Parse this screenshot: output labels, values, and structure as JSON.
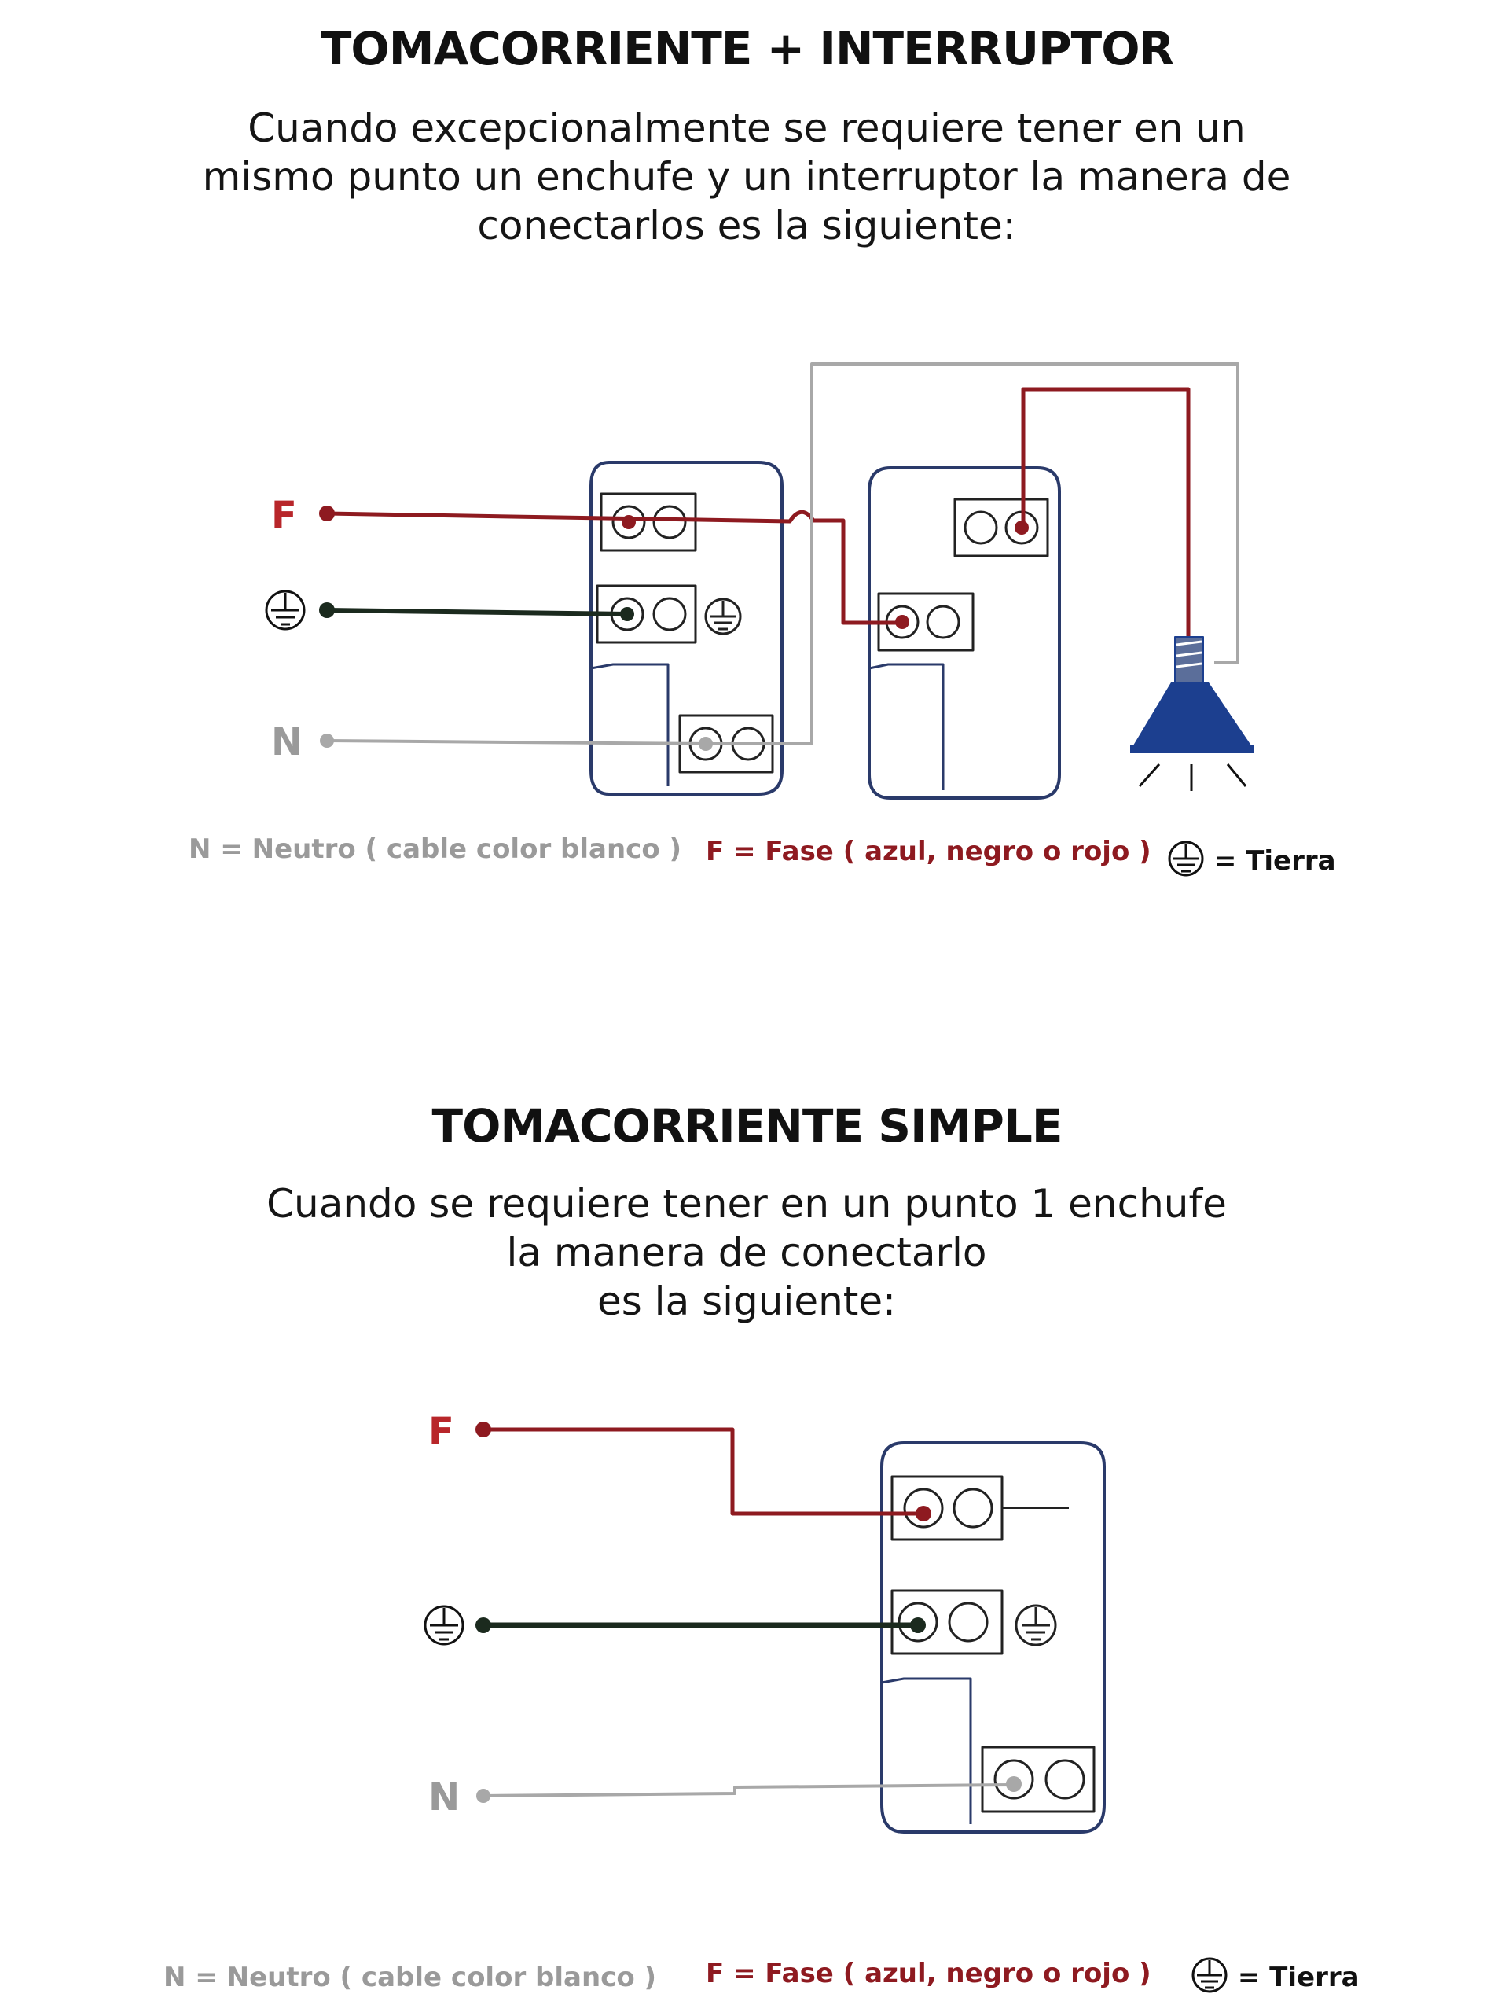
{
  "section1": {
    "title": "TOMACORRIENTE + INTERRUPTOR",
    "description": [
      "Cuando excepcionalmente se requiere tener en un",
      "mismo punto un enchufe y un interruptor la manera de",
      "conectarlos es la siguiente:"
    ],
    "labels": {
      "fase": "F",
      "neutro": "N"
    }
  },
  "section2": {
    "title": "TOMACORRIENTE SIMPLE",
    "description": [
      "Cuando se requiere tener en un punto 1 enchufe",
      "la manera de conectarlo",
      "es la siguiente:"
    ],
    "labels": {
      "fase": "F",
      "neutro": "N"
    }
  },
  "legend": {
    "neutro": "N = Neutro ( cable color blanco )",
    "fase": "F = Fase ( azul, negro o rojo )",
    "tierra": "= Tierra"
  },
  "colors": {
    "fase": "#8e1a20",
    "tierra": "#1b2a1e",
    "neutro": "#a8a8a8",
    "device_outline": "#2a3a6a",
    "lamp": "#1c3f8f"
  }
}
